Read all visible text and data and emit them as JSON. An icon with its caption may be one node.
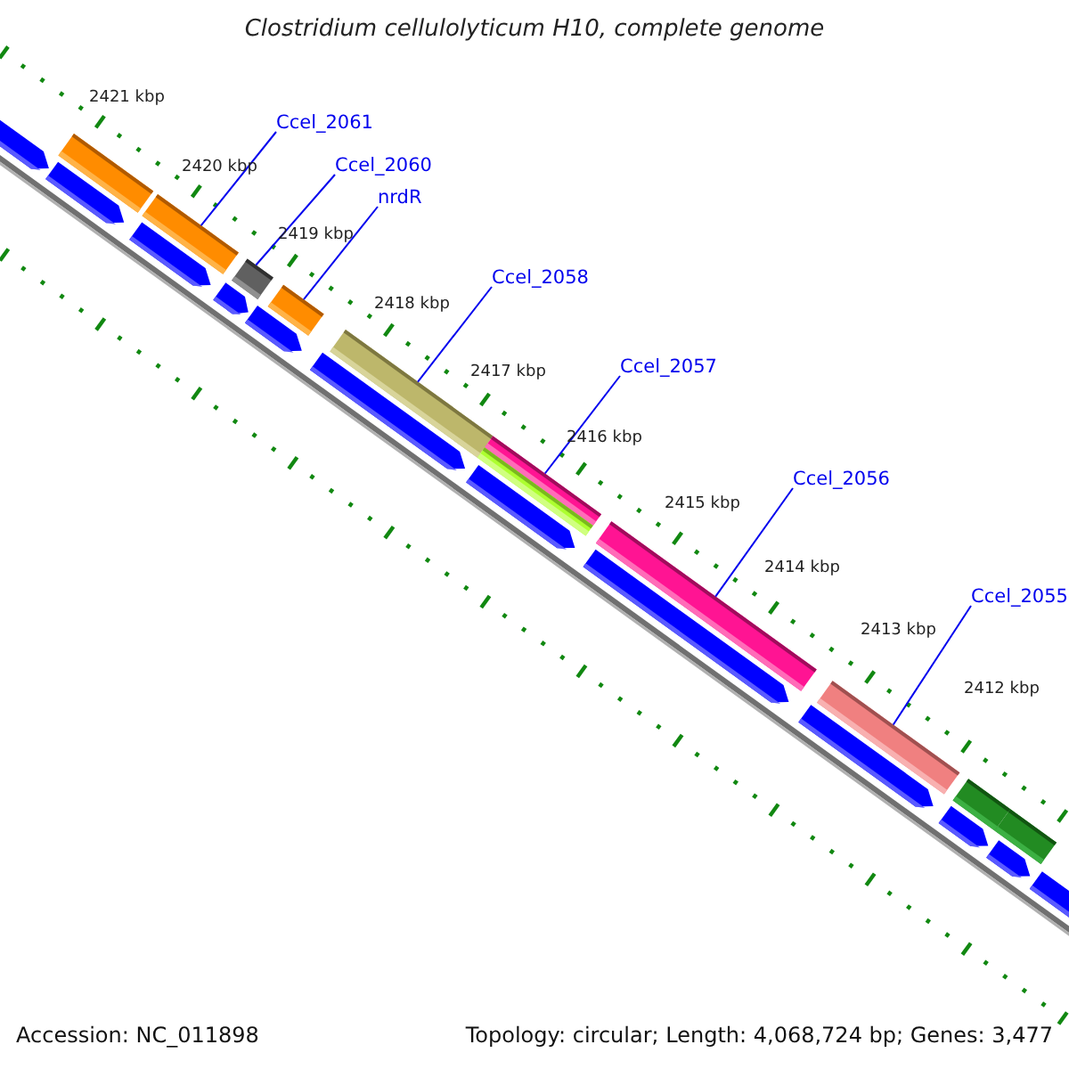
{
  "diagram": {
    "title": "Clostridium cellulolyticum H10, complete genome",
    "nodes": [
      {
        "text": [
          "Ccel_2061"
        ]
      },
      {
        "text": [
          "Ccel_2060"
        ]
      },
      {
        "text": [
          "nrdR"
        ]
      },
      {
        "text": [
          "Ccel_2058"
        ]
      },
      {
        "text": [
          "Ccel_2057"
        ]
      },
      {
        "text": [
          "Ccel_2056"
        ]
      },
      {
        "text": [
          "Ccel_2055"
        ]
      },
      {
        "text": [],
        "shape": "bar"
      },
      {
        "text": [],
        "shape": "bar"
      },
      {
        "text": [],
        "shape": "bar"
      },
      {
        "text": [],
        "shape": "bar"
      },
      {
        "text": [],
        "shape": "bar"
      },
      {
        "text": [],
        "shape": "bar"
      },
      {
        "text": [],
        "shape": "bar"
      },
      {
        "text": [],
        "shape": "bar"
      },
      {
        "text": [],
        "shape": "bar"
      },
      {
        "text": [],
        "shape": "bar"
      },
      {
        "text": [],
        "shape": "bar"
      },
      {
        "text": [],
        "shape": "pentagon"
      },
      {
        "text": [],
        "shape": "pentagon"
      },
      {
        "text": [],
        "shape": "pentagon"
      },
      {
        "text": [],
        "shape": "pentagon"
      },
      {
        "text": [],
        "shape": "pentagon"
      },
      {
        "text": [],
        "shape": "pentagon"
      },
      {
        "text": [],
        "shape": "pentagon"
      },
      {
        "text": [],
        "shape": "pentagon"
      },
      {
        "text": [],
        "shape": "pentagon"
      },
      {
        "text": [],
        "shape": "pentagon"
      },
      {
        "text": [],
        "shape": "pentagon"
      },
      {
        "text": [],
        "shape": "pentagon"
      }
    ],
    "edges": [
      {
        "from": 0,
        "to": 8,
        "arrow": "none"
      },
      {
        "from": 1,
        "to": 9,
        "arrow": "none"
      },
      {
        "from": 2,
        "to": 10,
        "arrow": "none"
      },
      {
        "from": 3,
        "to": 11,
        "arrow": "none"
      },
      {
        "from": 4,
        "to": 12,
        "arrow": "none"
      },
      {
        "from": 5,
        "to": 14,
        "arrow": "none"
      },
      {
        "from": 6,
        "to": 15,
        "arrow": "none"
      }
    ],
    "labels": [
      "2421 kbp",
      "2420 kbp",
      "2419 kbp",
      "2418 kbp",
      "2417 kbp",
      "2416 kbp",
      "2415 kbp",
      "2414 kbp",
      "2413 kbp",
      "2412 kbp",
      "Accession: NC_011898",
      "Topology: circular; Length: 4,068,724 bp; Genes: 3,477"
    ]
  }
}
